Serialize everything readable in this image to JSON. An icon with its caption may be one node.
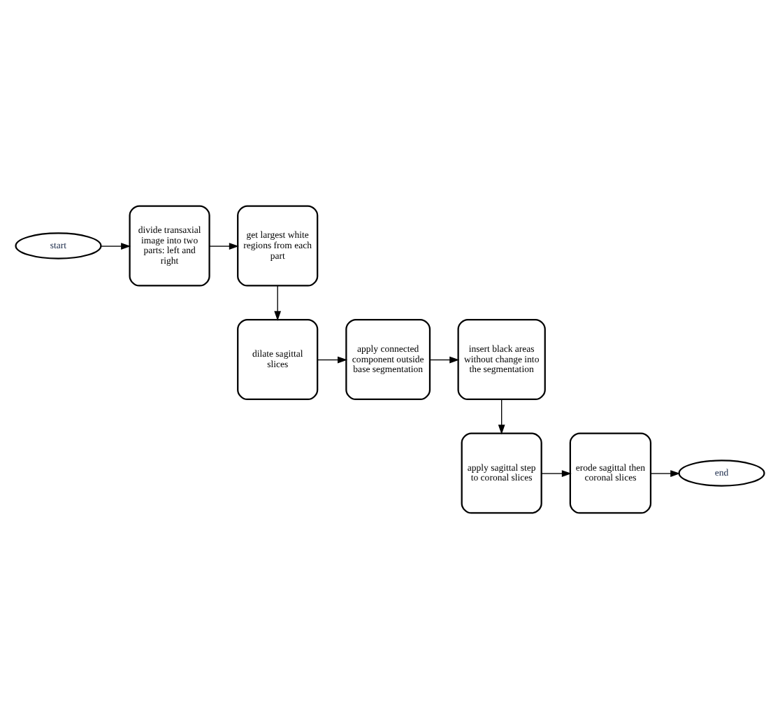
{
  "diagram": {
    "nodes": [
      {
        "text": [
          "start"
        ]
      },
      {
        "text": [
          "divide transaxial image into two parts: left and right"
        ]
      },
      {
        "text": [
          "get largest white regions from each part"
        ]
      },
      {
        "text": [
          "dilate sagittal slices"
        ]
      },
      {
        "text": [
          "apply connected component outside base segmentation"
        ]
      },
      {
        "text": [
          "insert black areas without change into the segmentation"
        ]
      },
      {
        "text": [
          "apply sagittal step to coronal slices"
        ]
      },
      {
        "text": [
          "erode sagittal then coronal slices"
        ]
      },
      {
        "text": [
          "end"
        ]
      }
    ],
    "edges": [
      {
        "from": 0,
        "to": 1,
        "arrow": "to"
      },
      {
        "from": 1,
        "to": 2,
        "arrow": "to"
      },
      {
        "from": 2,
        "to": 3,
        "arrow": "to"
      },
      {
        "from": 3,
        "to": 4,
        "arrow": "to"
      },
      {
        "from": 4,
        "to": 5,
        "arrow": "to"
      },
      {
        "from": 5,
        "to": 6,
        "arrow": "to"
      },
      {
        "from": 6,
        "to": 7,
        "arrow": "to"
      },
      {
        "from": 7,
        "to": 8,
        "arrow": "to"
      }
    ]
  }
}
